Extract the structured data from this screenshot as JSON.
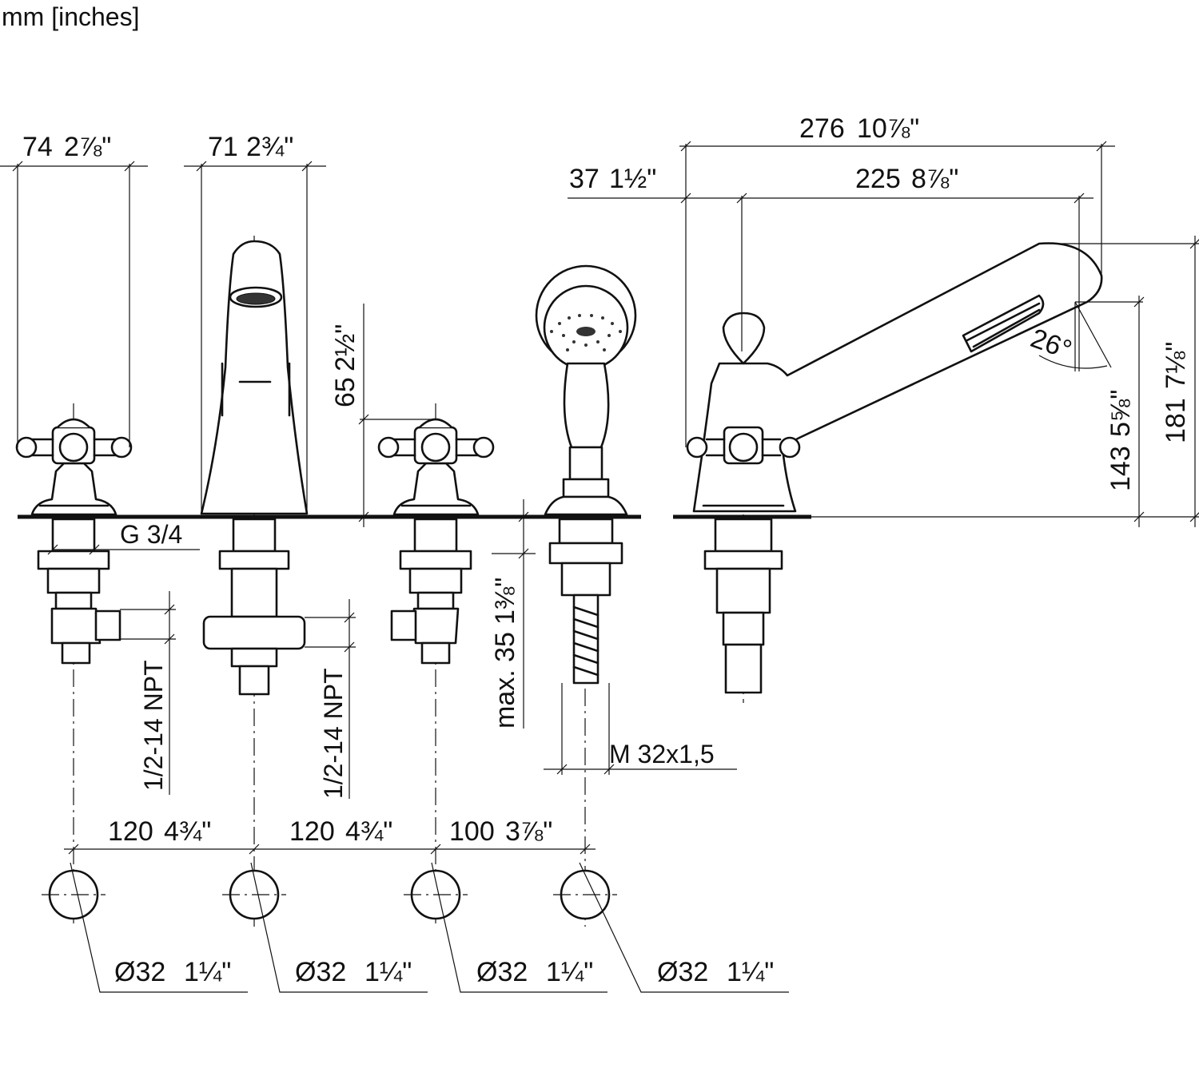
{
  "units_label": "mm [inches]",
  "dims": {
    "d74": {
      "mm": "74",
      "in": "2⅞\""
    },
    "d71": {
      "mm": "71",
      "in": "2¾\""
    },
    "d276": {
      "mm": "276",
      "in": "10⅞\""
    },
    "d37": {
      "mm": "37",
      "in": "1½\""
    },
    "d225": {
      "mm": "225",
      "in": "8⅞\""
    },
    "d65": {
      "mm": "65",
      "in": "2½\""
    },
    "d181": {
      "mm": "181",
      "in": "7⅛\""
    },
    "d143": {
      "mm": "143",
      "in": "5⅝\""
    },
    "angle": "26°",
    "thread_g": "G 3/4",
    "npt1": "1/2-14 NPT",
    "npt2": "1/2-14 NPT",
    "max35": {
      "mm": "max. 35",
      "in": "1⅜\""
    },
    "m32": "M 32x1,5",
    "s120a": {
      "mm": "120",
      "in": "4¾\""
    },
    "s120b": {
      "mm": "120",
      "in": "4¾\""
    },
    "s100": {
      "mm": "100",
      "in": "3⅞\""
    },
    "holes": [
      {
        "label": "Ø32",
        "in": "1¼\""
      },
      {
        "label": "Ø32",
        "in": "1¼\""
      },
      {
        "label": "Ø32",
        "in": "1¼\""
      },
      {
        "label": "Ø32",
        "in": "1¼\""
      }
    ]
  }
}
